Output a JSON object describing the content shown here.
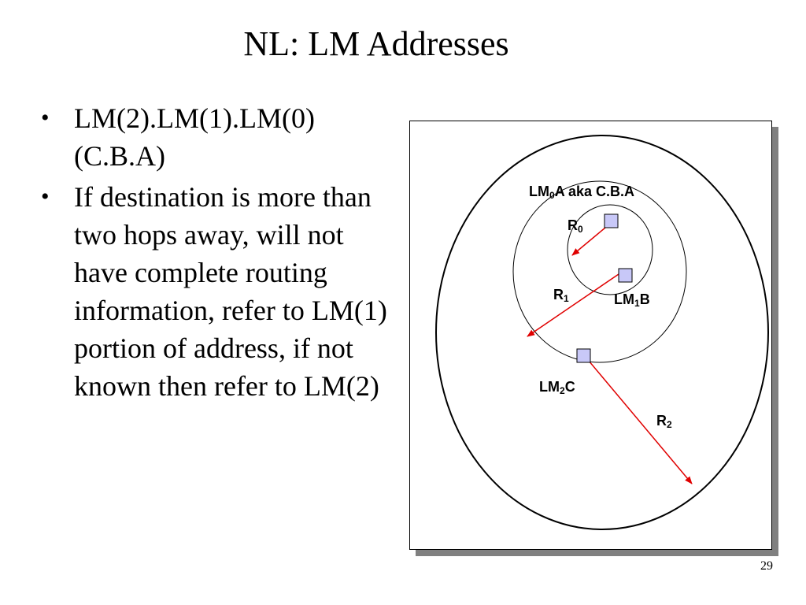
{
  "slide": {
    "title": "NL: LM Addresses",
    "bullets": [
      "LM(2).LM(1).LM(0) (C.B.A)",
      "If destination is more than two hops away, will not have complete routing information, refer to LM(1) portion of address, if not known then refer to LM(2)"
    ],
    "page_number": "29"
  },
  "diagram": {
    "labels": {
      "lm0_base": "LM",
      "lm0_sub": "0",
      "lm0_rest": "A aka C.B.A",
      "r0_base": "R",
      "r0_sub": "0",
      "r1_base": "R",
      "r1_sub": "1",
      "lm1_base": "LM",
      "lm1_sub": "1",
      "lm1_rest": "B",
      "lm2_base": "LM",
      "lm2_sub": "2",
      "lm2_rest": "C",
      "r2_base": "R",
      "r2_sub": "2"
    },
    "colors": {
      "arrow": "#e00000",
      "node_fill": "#c8c8f8",
      "frame_shadow": "#808080"
    }
  }
}
